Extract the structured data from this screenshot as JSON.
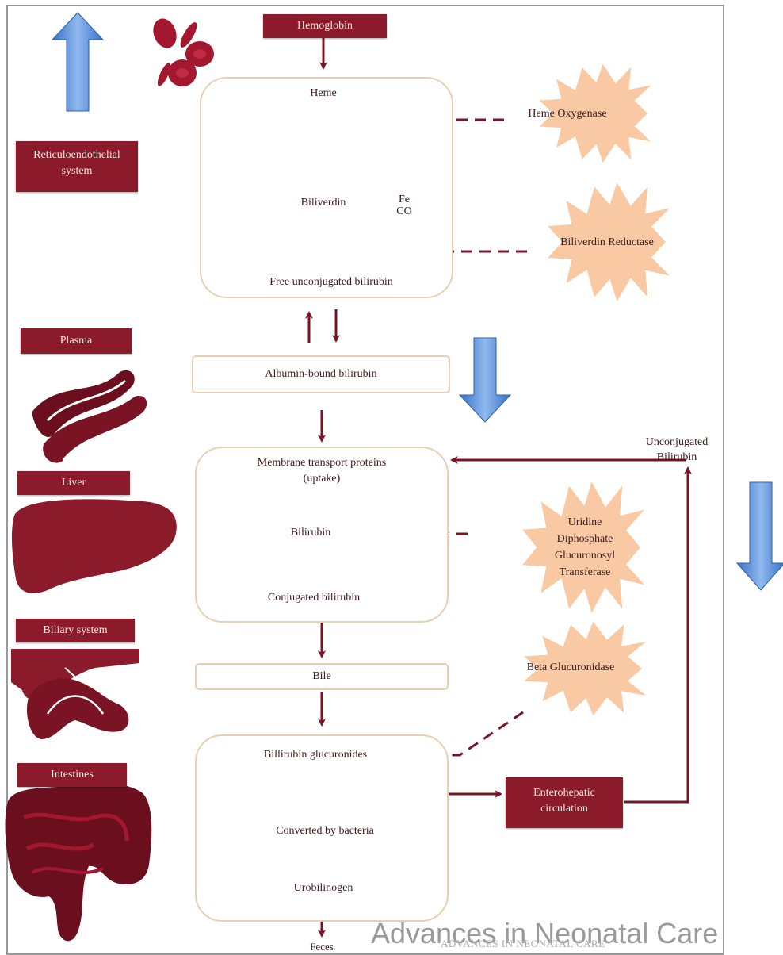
{
  "hemoglobin": "Hemoglobin",
  "heme": "Heme",
  "heme_oxygenase": "Heme Oxygenase",
  "biliverdin": "Biliverdin",
  "fe": "Fe",
  "co": "CO",
  "biliverdin_reductase": "Biliverdin  Reductase",
  "free_unconjugated_bilirubin": "Free unconjugated bilirubin",
  "albumin_bound_bilirubin": "Albumin-bound bilirubin",
  "membrane_transport_proteins": "Membrane transport proteins",
  "uptake": "(uptake)",
  "bilirubin": "Bilirubin",
  "conjugated_bilirubin": "Conjugated bilirubin",
  "udpgt": [
    "Uridine",
    "Diphosphate",
    "Glucuronosyl",
    "Transferase"
  ],
  "unconjugated_bilirubin_right": [
    "Unconjugated",
    "Bilirubin"
  ],
  "bile": "Bile",
  "beta_glucuronidase": "Beta Glucuronidase",
  "billirubin_glucuronides": "Billirubin glucuronides",
  "enterohepatic_circulation": [
    "Enterohepatic",
    "circulation"
  ],
  "converted_by_bacteria": "Converted by bacteria",
  "urobilinogen": "Urobilinogen",
  "feces": "Feces",
  "organ_labels": {
    "reticuloendothelial": [
      "Reticuloendothelial",
      "system"
    ],
    "plasma": "Plasma",
    "liver": "Liver",
    "biliary": "Biliary system",
    "intestines": "Intestines"
  },
  "watermark": "Advances in Neonatal Care",
  "watermark_small": "ADVANCES IN NEONATAL CARE",
  "colors": {
    "maroon": "#8b1a2b",
    "box_border": "#e9cfb4",
    "starburst": "#f8c9a3",
    "blue_arrow": "#3f7fd0"
  }
}
